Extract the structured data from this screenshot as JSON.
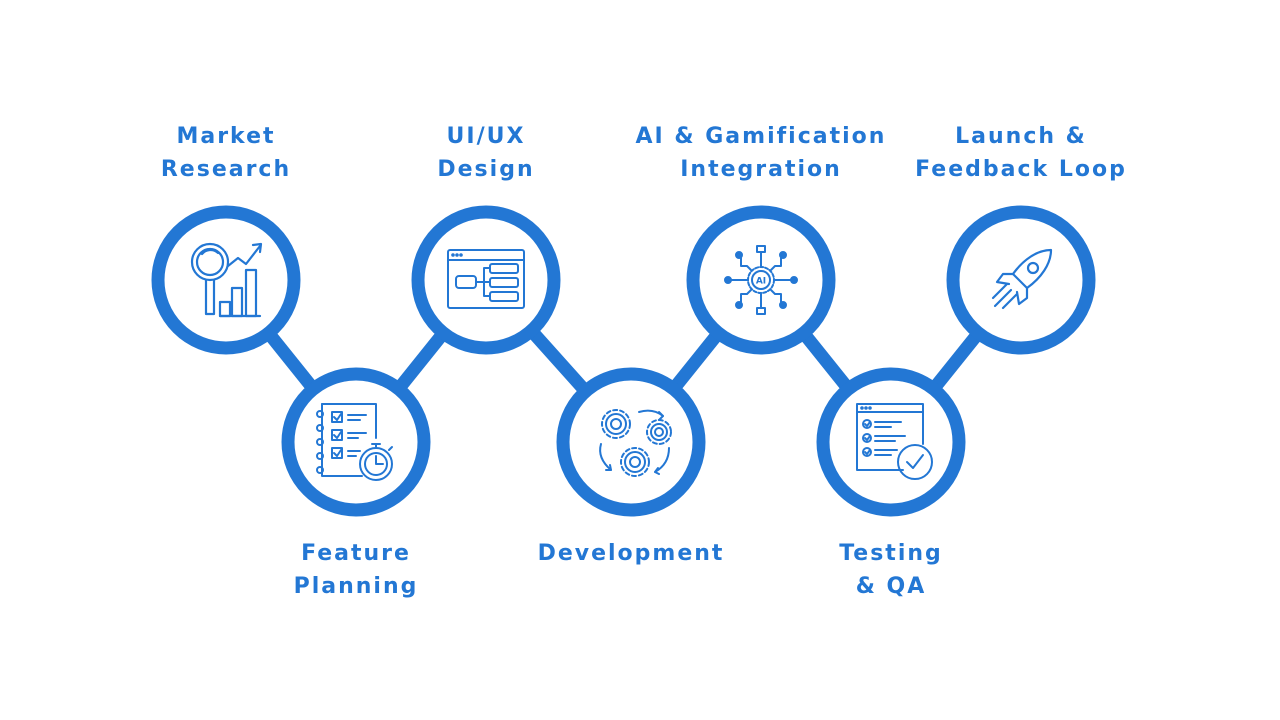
{
  "colors": {
    "accent": "#2377d4",
    "background": "#ffffff"
  },
  "steps": [
    {
      "lines": [
        "Market",
        "Research"
      ],
      "icon": "market-research-icon"
    },
    {
      "lines": [
        "Feature",
        "Planning"
      ],
      "icon": "feature-planning-icon"
    },
    {
      "lines": [
        "UI/UX",
        "Design"
      ],
      "icon": "ui-ux-design-icon"
    },
    {
      "lines": [
        "Development"
      ],
      "icon": "development-gears-icon"
    },
    {
      "lines": [
        "AI & Gamification",
        "Integration"
      ],
      "icon": "ai-integration-icon"
    },
    {
      "lines": [
        "Testing",
        "& QA"
      ],
      "icon": "testing-qa-icon"
    },
    {
      "lines": [
        "Launch &",
        "Feedback Loop"
      ],
      "icon": "launch-rocket-icon"
    }
  ]
}
